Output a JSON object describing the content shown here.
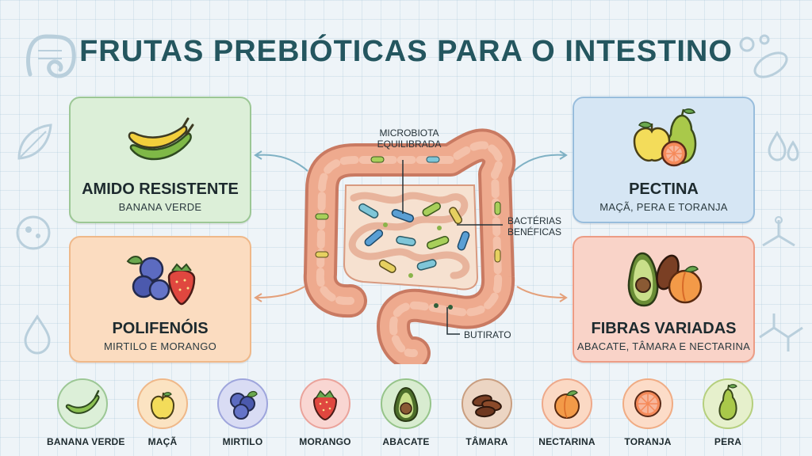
{
  "title": "FRUTAS PREBIÓTICAS PARA O INTESTINO",
  "cards": {
    "amido": {
      "title": "AMIDO RESISTENTE",
      "subtitle": "BANANA VERDE",
      "color": "#dcefd8",
      "icon": "banana-icon"
    },
    "polifenois": {
      "title": "POLIFENÓIS",
      "subtitle": "MIRTILO E MORANGO",
      "color": "#fbdcc0",
      "icon": "blueberry-strawberry-icon"
    },
    "pectina": {
      "title": "PECTINA",
      "subtitle": "MAÇÃ, PERA E TORANJA",
      "color": "#d6e6f4",
      "icon": "apple-pear-grapefruit-icon"
    },
    "fibras": {
      "title": "FIBRAS VARIADAS",
      "subtitle": "ABACATE, TÂMARA E NECTARINA",
      "color": "#f9d3c8",
      "icon": "avocado-date-nectarine-icon"
    }
  },
  "diagram": {
    "label_microbiota": "MICROBIOTA EQUILIBRADA",
    "label_bacterias": "BACTÉRIAS BENÉFICAS",
    "label_butirato": "BUTIRATO"
  },
  "fruits": [
    {
      "name": "BANANA VERDE",
      "icon": "banana-icon",
      "bg": "#dcefd8"
    },
    {
      "name": "MAÇÃ",
      "icon": "apple-icon",
      "bg": "#fbe3c2"
    },
    {
      "name": "MIRTILO",
      "icon": "blueberry-icon",
      "bg": "#d9dcf4"
    },
    {
      "name": "MORANGO",
      "icon": "strawberry-icon",
      "bg": "#f9d6d2"
    },
    {
      "name": "ABACATE",
      "icon": "avocado-icon",
      "bg": "#d8ecd0"
    },
    {
      "name": "TÂMARA",
      "icon": "date-icon",
      "bg": "#ecd5c3"
    },
    {
      "name": "NECTARINA",
      "icon": "nectarine-icon",
      "bg": "#fbd9c4"
    },
    {
      "name": "TORANJA",
      "icon": "grapefruit-icon",
      "bg": "#fcdcc8"
    },
    {
      "name": "PERA",
      "icon": "pear-icon",
      "bg": "#e6f0cc"
    }
  ]
}
